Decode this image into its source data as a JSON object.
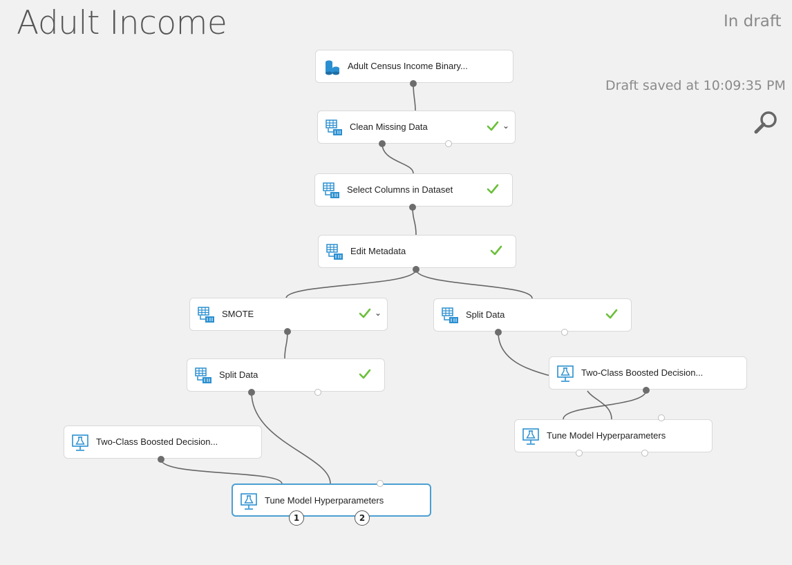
{
  "header": {
    "title": "Adult Income",
    "status": "In draft",
    "saved_text": "Draft saved at 10:09:35 PM"
  },
  "toolbar": {
    "search_icon": "magnifier-icon"
  },
  "colors": {
    "selected_border": "#4a9fd1",
    "check_green": "#6bbf3a",
    "icon_blue": "#2a8fd0",
    "wire": "#666666"
  },
  "nodes": [
    {
      "id": "adult-census",
      "label": "Adult Census Income Binary...",
      "icon": "dataset-icon",
      "check": false,
      "chevron": false
    },
    {
      "id": "clean-missing",
      "label": "Clean Missing Data",
      "icon": "table-transform-icon",
      "check": true,
      "chevron": true
    },
    {
      "id": "select-columns",
      "label": "Select Columns in Dataset",
      "icon": "table-transform-icon",
      "check": true,
      "chevron": false
    },
    {
      "id": "edit-metadata",
      "label": "Edit Metadata",
      "icon": "table-transform-icon",
      "check": true,
      "chevron": false
    },
    {
      "id": "smote",
      "label": "SMOTE",
      "icon": "table-transform-icon",
      "check": true,
      "chevron": true
    },
    {
      "id": "split-right",
      "label": "Split Data",
      "icon": "table-transform-icon",
      "check": true,
      "chevron": false
    },
    {
      "id": "split-left",
      "label": "Split Data",
      "icon": "table-transform-icon",
      "check": true,
      "chevron": false
    },
    {
      "id": "boosted-right",
      "label": "Two-Class Boosted Decision...",
      "icon": "model-flask-icon",
      "check": false,
      "chevron": false
    },
    {
      "id": "tune-right",
      "label": "Tune Model Hyperparameters",
      "icon": "model-flask-icon",
      "check": false,
      "chevron": false
    },
    {
      "id": "boosted-left",
      "label": "Two-Class Boosted Decision...",
      "icon": "model-flask-icon",
      "check": false,
      "chevron": false
    },
    {
      "id": "tune-left",
      "label": "Tune Model Hyperparameters",
      "icon": "model-flask-icon",
      "check": false,
      "chevron": false,
      "selected": true
    }
  ],
  "badges": [
    "1",
    "2"
  ]
}
